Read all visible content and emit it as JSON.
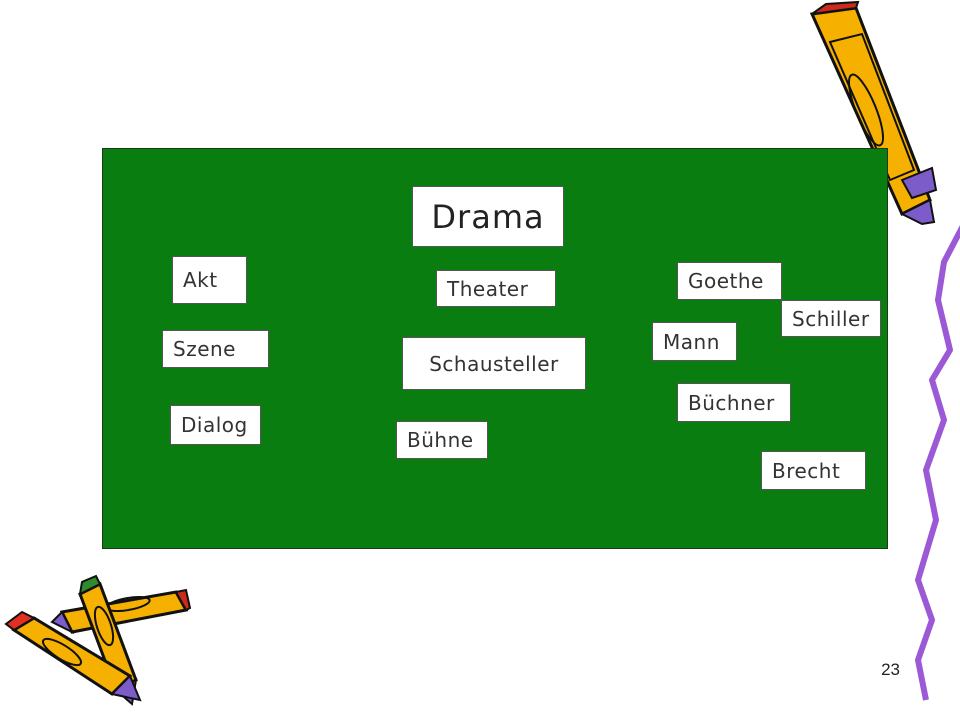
{
  "slide": {
    "title": "Drama",
    "page_number": "23",
    "board_color": "#0a7d10"
  },
  "words": {
    "left": [
      "Akt",
      "Szene",
      "Dialog"
    ],
    "middle": [
      "Theater",
      "Schausteller",
      "Bühne"
    ],
    "authors": [
      "Goethe",
      "Schiller",
      "Mann",
      "Büchner",
      "Brecht"
    ]
  },
  "decorations": {
    "pencil_body_color": "#f5b000",
    "pencil_lead_color": "#7b5cc9",
    "pencil_eraser_color": "#e23020",
    "pencil_cap_color": "#2e8b2e",
    "squiggle_color": "#9b59d6",
    "icons": [
      "pencil-icon",
      "crossed-pencils-icon",
      "squiggle-line"
    ]
  }
}
